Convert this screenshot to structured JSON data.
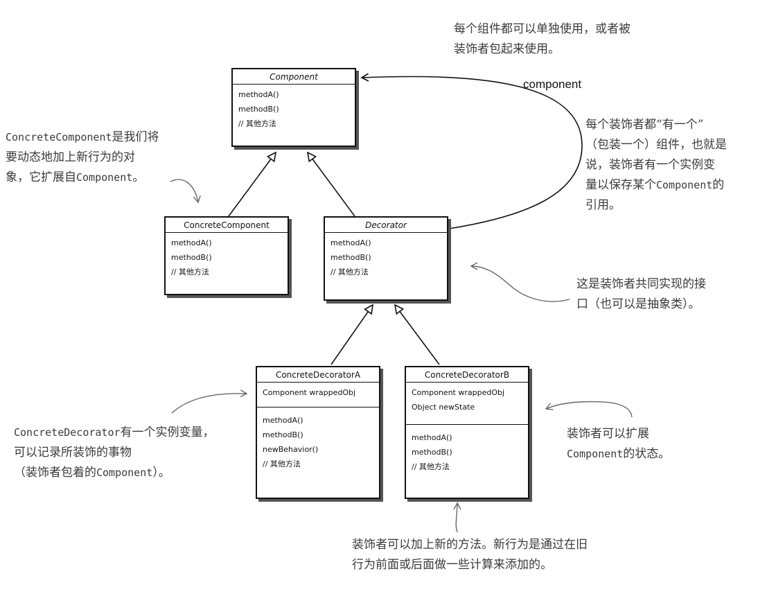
{
  "classes": {
    "component": {
      "name": "Component",
      "methods": [
        "methodA()",
        "methodB()",
        "// 其他方法"
      ]
    },
    "concrete_component": {
      "name": "ConcreteComponent",
      "methods": [
        "methodA()",
        "methodB()",
        "// 其他方法"
      ]
    },
    "decorator": {
      "name": "Decorator",
      "methods": [
        "methodA()",
        "methodB()",
        "// 其他方法"
      ]
    },
    "concrete_decorator_a": {
      "name": "ConcreteDecoratorA",
      "fields": [
        "Component wrappedObj"
      ],
      "methods": [
        "methodA()",
        "methodB()",
        "newBehavior()",
        "// 其他方法"
      ]
    },
    "concrete_decorator_b": {
      "name": "ConcreteDecoratorB",
      "fields": [
        "Component wrappedObj",
        "Object newState"
      ],
      "methods": [
        "methodA()",
        "methodB()",
        "// 其他方法"
      ]
    }
  },
  "association_label": "component",
  "notes": {
    "top": [
      "每个组件都可以单独使用，或者被",
      "装饰者包起来使用。"
    ],
    "concrete_component": {
      "line1_code": "ConcreteComponent",
      "line1_text": "是我们将",
      "line2": "要动态地加上新行为的对",
      "line3_pre": "象，它扩展自",
      "line3_code": "Component",
      "line3_post": "。"
    },
    "has_a": {
      "line1": "每个装饰者都“有一个”",
      "line2": "（包装一个）组件，也就是",
      "line3": "说，装饰者有一个实例变",
      "line4_pre": "量以保存某个",
      "line4_code": "Component",
      "line4_post": "的",
      "line5": "引用。"
    },
    "interface": [
      "这是装饰者共同实现的接",
      "口（也可以是抽象类）。"
    ],
    "concrete_decorator": {
      "line1_code": "ConcreteDecorator",
      "line1_text": "有一个实例变量，",
      "line2": "可以记录所装饰的事物",
      "line3_pre": "（装饰者包着的",
      "line3_code": "Component",
      "line3_post": "）。"
    },
    "extend_state": {
      "line1": "装饰者可以扩展",
      "line2_code": "Component",
      "line2_text": "的状态。"
    },
    "new_methods": [
      "装饰者可以加上新的方法。新行为是通过在旧",
      "行为前面或后面做一些计算来添加的。"
    ]
  }
}
